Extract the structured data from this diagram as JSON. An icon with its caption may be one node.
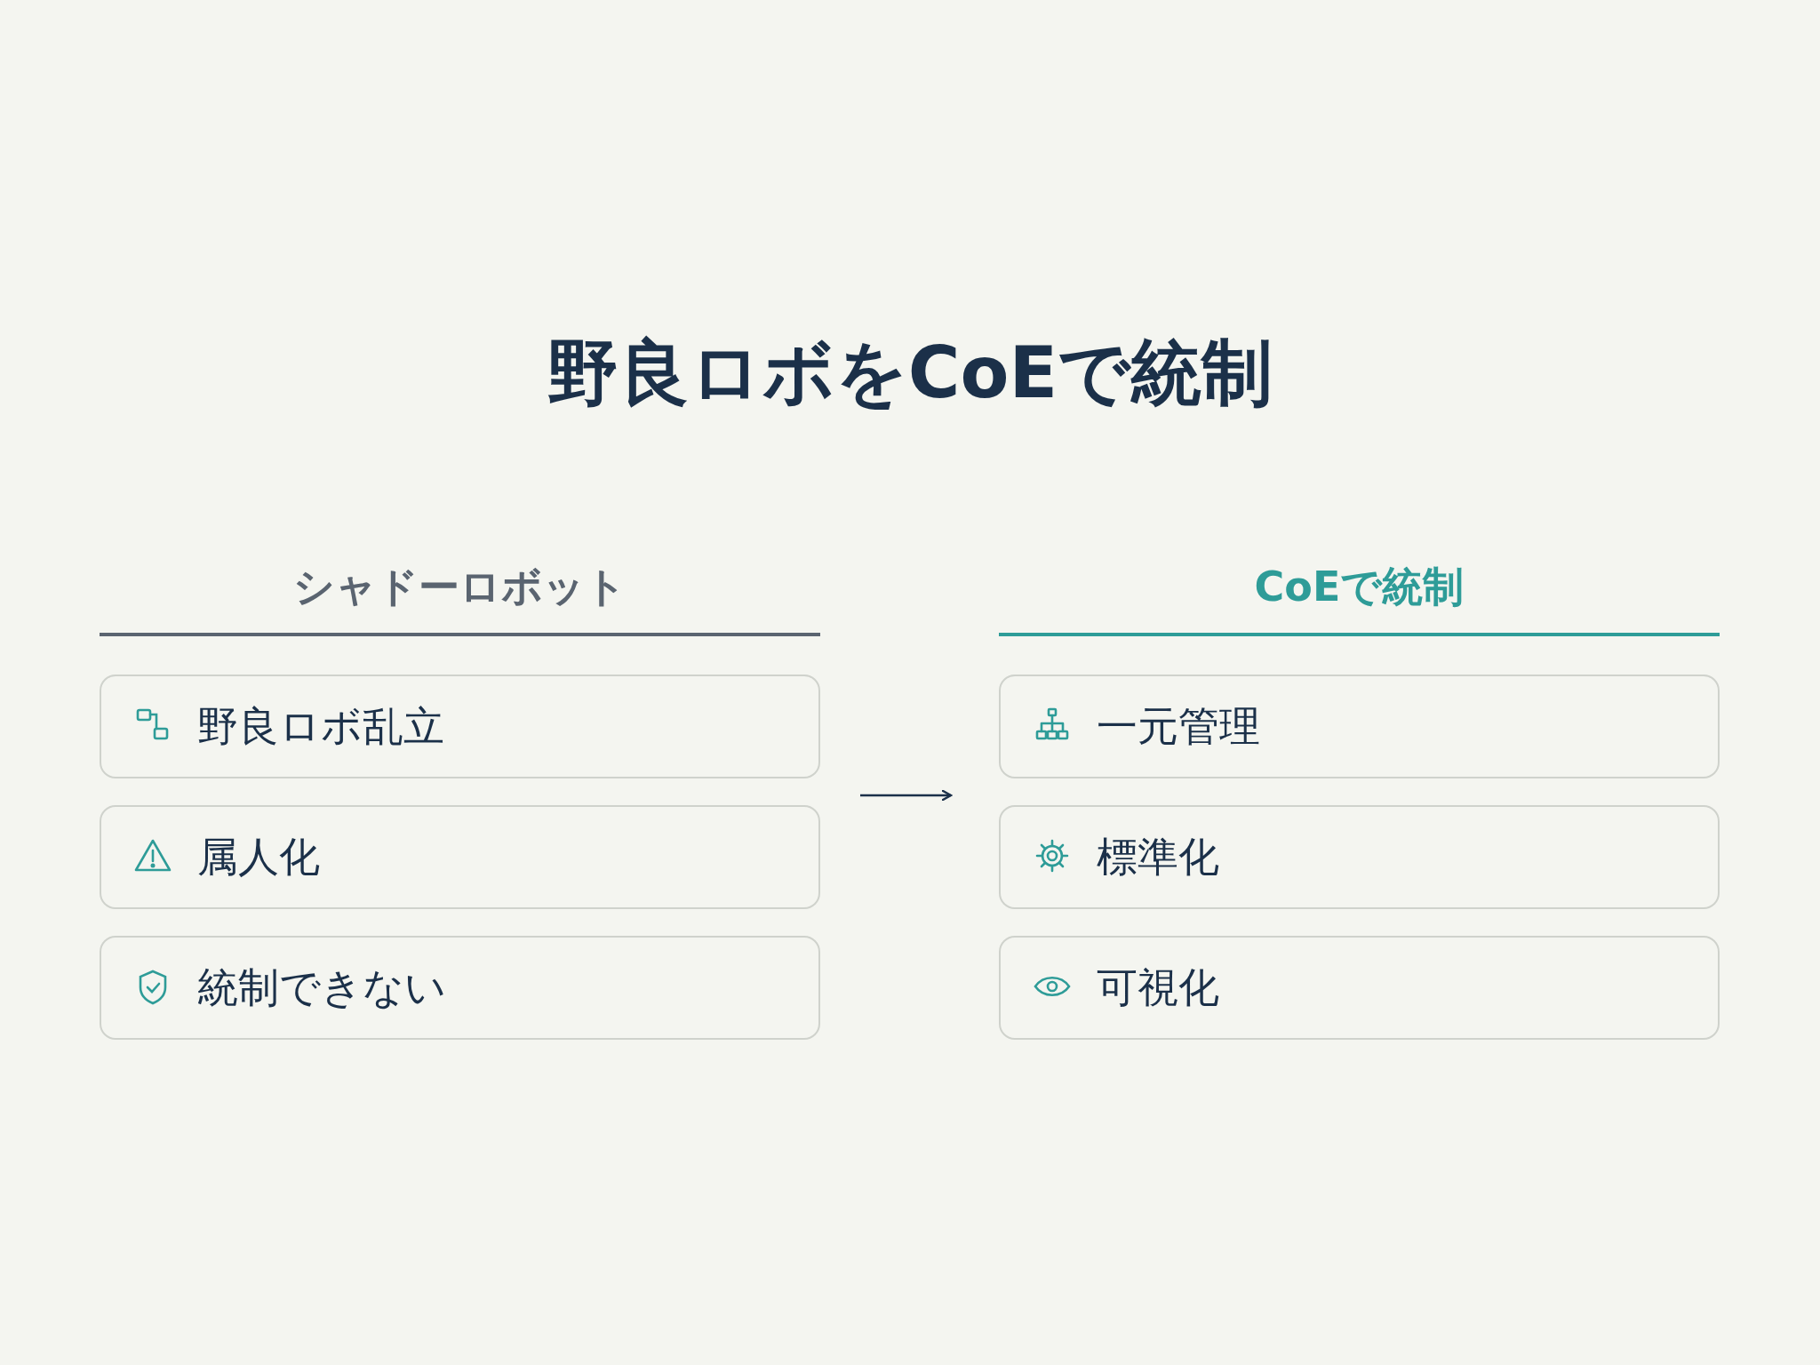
{
  "diagram": {
    "title": "野良ロボをCoEで統制",
    "nodes": [
      {
        "text": [
          "シャドーロボット"
        ]
      },
      {
        "text": [
          "野良ロボ乱立"
        ],
        "in": 0
      },
      {
        "text": [
          "属人化"
        ],
        "in": 0
      },
      {
        "text": [
          "統制できない"
        ],
        "in": 0
      },
      {
        "text": [
          "CoEで統制"
        ]
      },
      {
        "text": [
          "一元管理"
        ],
        "in": 4
      },
      {
        "text": [
          "標準化"
        ],
        "in": 4
      },
      {
        "text": [
          "可視化"
        ],
        "in": 4
      }
    ],
    "edges": [
      {
        "from": 0,
        "to": 4,
        "arrow": "to"
      }
    ]
  }
}
